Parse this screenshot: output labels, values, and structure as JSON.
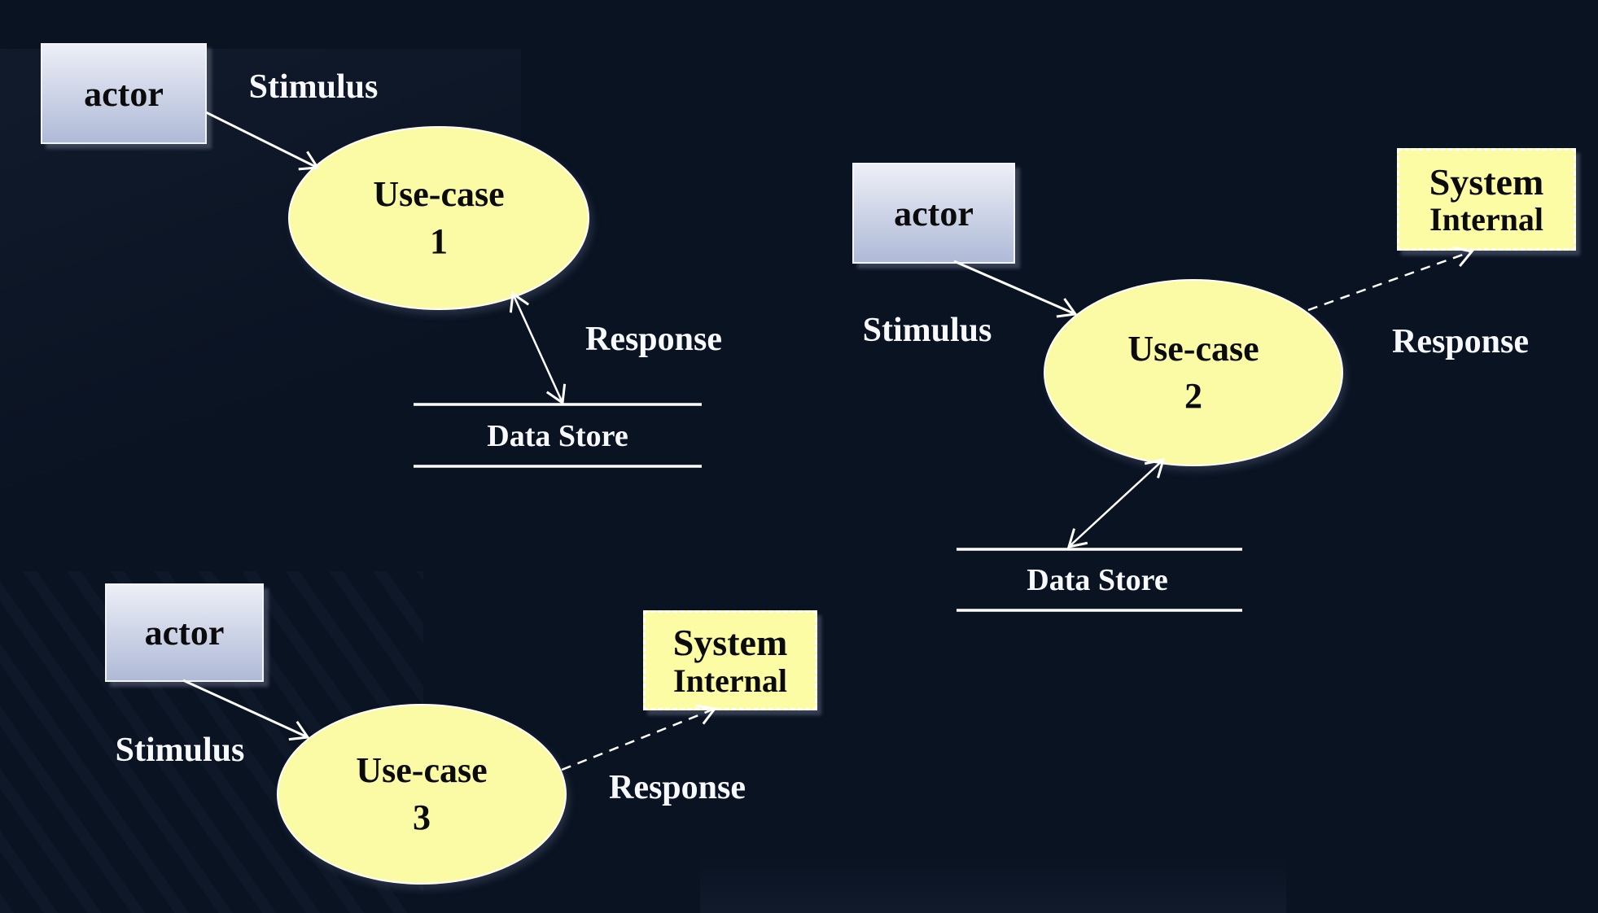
{
  "theme": {
    "background": "#0A1322",
    "actor_box_gradient_top": "#EDEFF7",
    "actor_box_gradient_bottom": "#AFBAD7",
    "usecase_fill": "#FBFBA6",
    "system_box_fill": "#FCFCA5",
    "connector_color": "#FFFFFF",
    "shape_text_color": "#0B0B0B",
    "label_text_color": "#F8F9FC"
  },
  "diagram": {
    "groups": [
      {
        "actor": "actor",
        "stimulus": "Stimulus",
        "usecase": {
          "line1": "Use-case",
          "line2": "1"
        },
        "response": "Response",
        "datastore": "Data Store"
      },
      {
        "actor": "actor",
        "stimulus": "Stimulus",
        "usecase": {
          "line1": "Use-case",
          "line2": "2"
        },
        "response": "Response",
        "datastore": "Data Store",
        "system": {
          "line1": "System",
          "line2": "Internal"
        }
      },
      {
        "actor": "actor",
        "stimulus": "Stimulus",
        "usecase": {
          "line1": "Use-case",
          "line2": "3"
        },
        "response": "Response",
        "system": {
          "line1": "System",
          "line2": "Internal"
        }
      }
    ]
  }
}
